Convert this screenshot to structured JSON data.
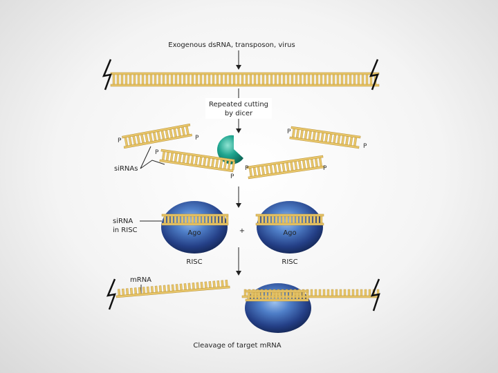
{
  "labels": {
    "source": "Exogenous dsRNA, transposon, virus",
    "dicer_line1": "Repeated cutting",
    "dicer_line2": "by dicer",
    "sirnas": "siRNAs",
    "sirna_risc_line1": "siRNA",
    "sirna_risc_line2": "in RISC",
    "ago_left": "Ago",
    "ago_right": "Ago",
    "plus": "+",
    "risc_left": "RISC",
    "risc_right": "RISC",
    "mrna": "mRNA",
    "cleavage": "Cleavage of target mRNA",
    "phosphate": "P"
  },
  "colors": {
    "rna": "#e8c66a",
    "rna_dark": "#b8923a",
    "dicer": "#1fa58f",
    "ago": "#2c4f9a",
    "lightning": "#111111"
  }
}
